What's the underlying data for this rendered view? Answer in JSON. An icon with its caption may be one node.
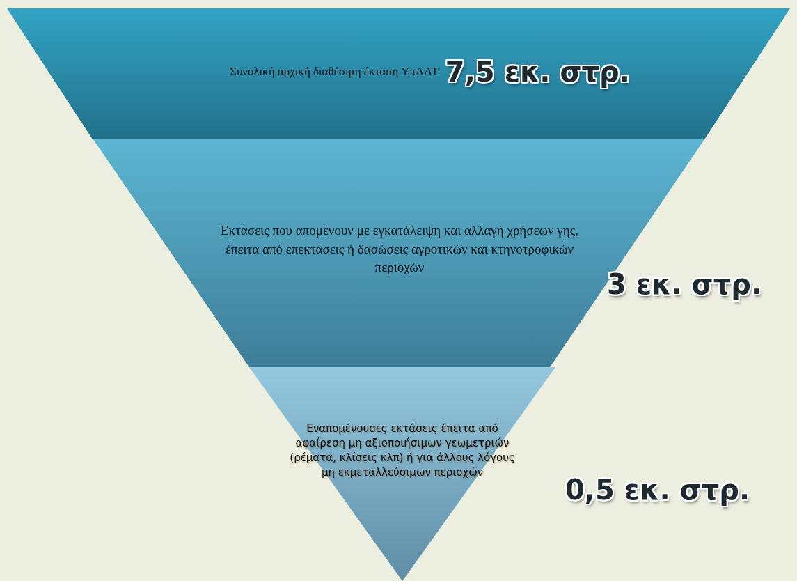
{
  "diagram": {
    "nodes": [
      {
        "text": [
          "Συνολική αρχική διαθέσιμη έκταση ΥπΑΑΤ",
          "7,5 εκ. στρ."
        ]
      },
      {
        "text": [
          "Εκτάσεις που απομένουν με εγκατάλειψη και αλλαγή χρήσεων γης, έπειτα από επεκτάσεις ή δασώσεις αγροτικών και κτηνοτροφικών περιοχών"
        ],
        "beside": [
          "3 εκ. στρ."
        ]
      },
      {
        "text": [
          "Εναπομένουσες εκτάσεις έπειτα από αφαίρεση μη αξιοποιήσιμων γεωμετριών (ρέματα, κλίσεις κλπ) ή για άλλους λόγους μη εκμεταλλεύσιμων περιοχών"
        ],
        "beside": [
          "0,5 εκ. στρ."
        ]
      }
    ]
  }
}
